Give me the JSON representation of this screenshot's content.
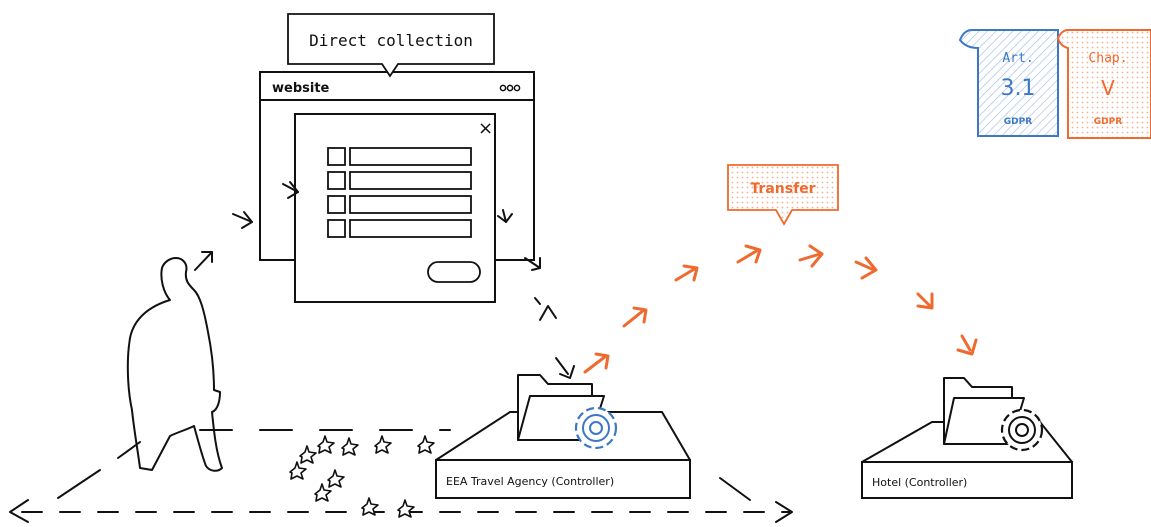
{
  "callout_direct": "Direct collection",
  "website": {
    "title": "website",
    "menu_glyph": "ooo",
    "close_glyph": "×"
  },
  "callout_transfer": "Transfer",
  "gdpr_docs": [
    {
      "line1": "Art.",
      "line2": "3.1",
      "line3": "GDPR",
      "color": "#3d78c7"
    },
    {
      "line1": "Chap.",
      "line2": "V",
      "line3": "GDPR",
      "color": "#ef6a2e"
    }
  ],
  "platforms": {
    "travel_agency": "EEA Travel Agency (Controller)",
    "hotel": "Hotel (Controller)"
  },
  "colors": {
    "ink": "#111111",
    "accent_orange": "#ef6a2e",
    "accent_blue": "#3d78c7"
  },
  "icons": [
    "person-silhouette-icon",
    "folder-icon",
    "gear-icon",
    "eu-stars-icon",
    "arrow-icon"
  ]
}
